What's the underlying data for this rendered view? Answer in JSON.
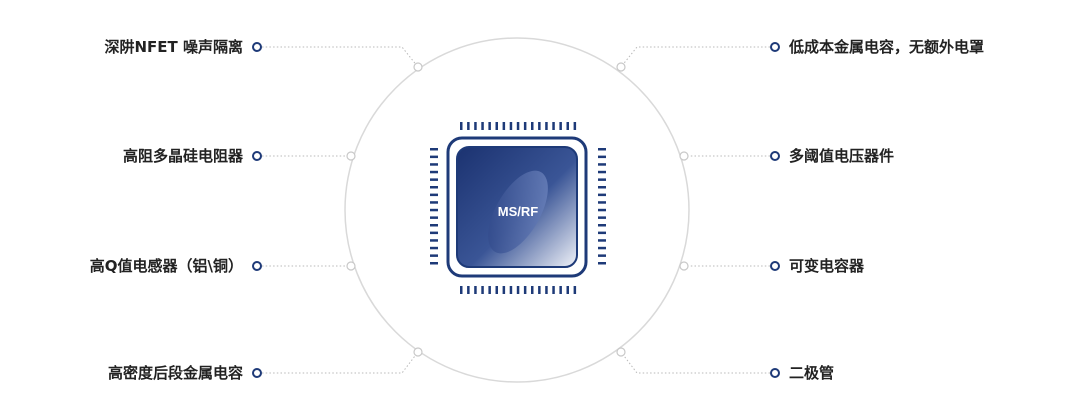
{
  "chip": {
    "label": "MS/RF"
  },
  "features_left": [
    "深阱NFET 噪声隔离",
    "高阻多晶硅电阻器",
    "高Q值电感器（铝\\铜）",
    "高密度后段金属电容"
  ],
  "features_right": [
    "低成本金属电容，无额外电罩",
    "多阈值电压器件",
    "可变电容器",
    "二极管"
  ],
  "colors": {
    "accent": "#1e3a78",
    "circle": "#d9d9d9",
    "text": "#222222"
  }
}
